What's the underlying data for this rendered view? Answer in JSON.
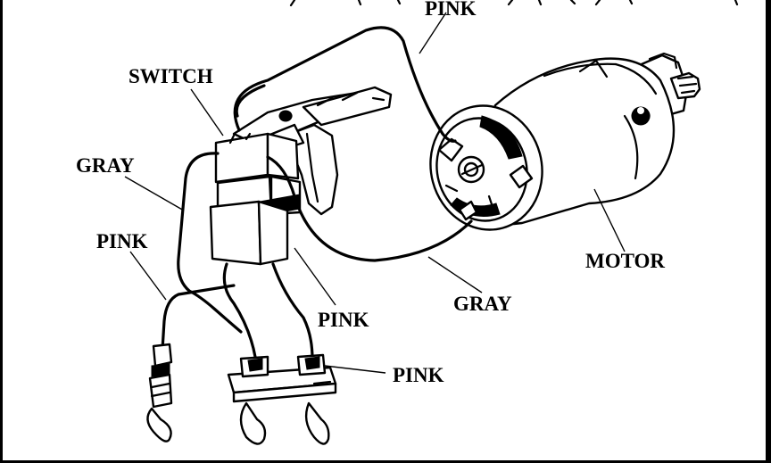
{
  "labels": {
    "pink_top": "PINK",
    "switch": "SWITCH",
    "gray_left": "GRAY",
    "pink_left": "PINK",
    "motor": "MOTOR",
    "gray_bottom": "GRAY",
    "pink_mid": "PINK",
    "pink_right": "PINK"
  }
}
